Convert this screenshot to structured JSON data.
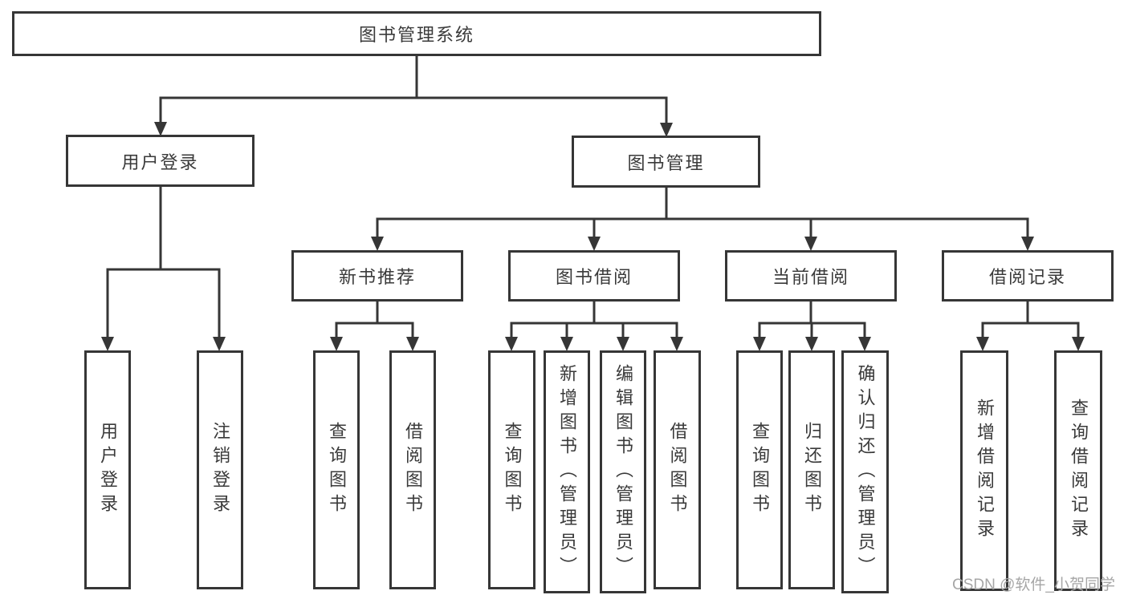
{
  "diagram": {
    "nodes": {
      "root": "图书管理系统",
      "user_login": "用户登录",
      "book_management": "图书管理",
      "new_book_recommend": "新书推荐",
      "book_borrow": "图书借阅",
      "current_borrow": "当前借阅",
      "borrow_records": "借阅记录",
      "leaves_user_login": [
        "用户登录",
        "注销登录"
      ],
      "leaves_new_book": [
        "查询图书",
        "借阅图书"
      ],
      "leaves_book_borrow": [
        "查询图书",
        "新增图书（管理员）",
        "编辑图书（管理员）",
        "借阅图书"
      ],
      "leaves_current": [
        "查询图书",
        "归还图书",
        "确认归还（管理员）"
      ],
      "leaves_records": [
        "新增借阅记录",
        "查询借阅记录"
      ]
    },
    "watermark": "CSDN @软件_小贺同学",
    "colors": {
      "line": "#363636",
      "text": "#3a3a3a",
      "watermark": "#a6a6a6",
      "background": "#ffffff"
    }
  }
}
